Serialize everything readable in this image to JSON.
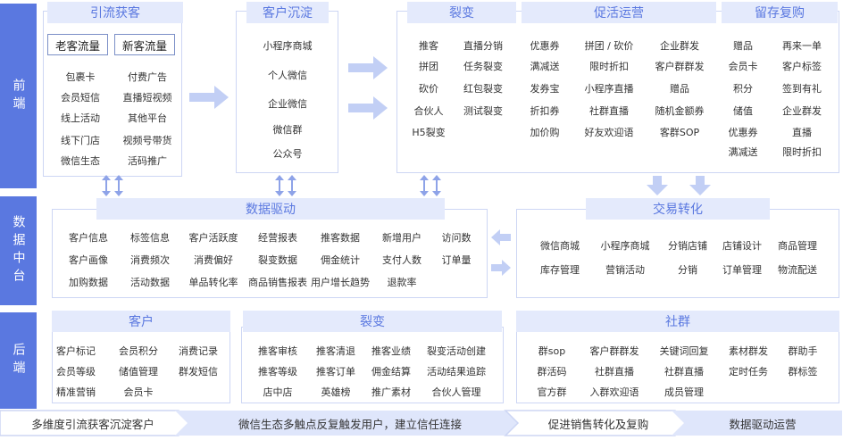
{
  "side_labels": {
    "front": "前端",
    "middle": "数据中台",
    "back": "后端"
  },
  "acquire": {
    "title": "引流获客",
    "tag_old": "老客流量",
    "tag_new": "新客流量",
    "items": [
      "包裹卡",
      "付费广告",
      "会员短信",
      "直播短视频",
      "线上活动",
      "其他平台",
      "线下门店",
      "视频号带货",
      "微信生态",
      "活码推广"
    ]
  },
  "retain": {
    "title": "客户沉淀",
    "items": [
      "小程序商城",
      "个人微信",
      "企业微信",
      "微信群",
      "公众号"
    ]
  },
  "fission_front": {
    "title": "裂变",
    "items": [
      "推客",
      "直播分销",
      "拼团",
      "任务裂变",
      "砍价",
      "红包裂变",
      "合伙人",
      "测试裂变",
      "H5裂变"
    ]
  },
  "activate": {
    "title": "促活运营",
    "items": [
      "优惠券",
      "拼团 / 砍价",
      "企业群发",
      "满减送",
      "限时折扣",
      "客户群群发",
      "发券宝",
      "小程序直播",
      "赠品",
      "折扣券",
      "社群直播",
      "随机金额券",
      "加价购",
      "好友欢迎语",
      "客群SOP"
    ]
  },
  "repurchase": {
    "title": "留存复购",
    "items": [
      "赠品",
      "再来一单",
      "会员卡",
      "客户标签",
      "积分",
      "签到有礼",
      "储值",
      "企业群发",
      "优惠券",
      "直播",
      "满减送",
      "限时折扣"
    ]
  },
  "data_driven": {
    "title": "数据驱动",
    "items": [
      "客户信息",
      "标签信息",
      "客户活跃度",
      "经营报表",
      "推客数据",
      "新增用户",
      "访问数",
      "客户画像",
      "消费频次",
      "消费偏好",
      "裂变数据",
      "佣金统计",
      "支付人数",
      "订单量",
      "加购数据",
      "活动数据",
      "单品转化率",
      "商品销售报表",
      "用户增长趋势",
      "退款率"
    ]
  },
  "trade": {
    "title": "交易转化",
    "items": [
      "微信商城",
      "小程序商城",
      "分销店铺",
      "店铺设计",
      "商品管理",
      "库存管理",
      "营销活动",
      "分销",
      "订单管理",
      "物流配送"
    ]
  },
  "customer": {
    "title": "客户",
    "items": [
      "客户标记",
      "会员积分",
      "消费记录",
      "会员等级",
      "储值管理",
      "群发短信",
      "精准营销",
      "会员卡"
    ]
  },
  "fission_back": {
    "title": "裂变",
    "items": [
      "推客审核",
      "推客清退",
      "推客业绩",
      "裂变活动创建",
      "推客等级",
      "推客订单",
      "佣金结算",
      "活动结果追踪",
      "店中店",
      "英雄榜",
      "推广素材",
      "合伙人管理"
    ]
  },
  "community": {
    "title": "社群",
    "items": [
      "群sop",
      "客户群群发",
      "关键词回复",
      "素材群发",
      "群助手",
      "群活码",
      "社群直播",
      "社群直播",
      "定时任务",
      "群标签",
      "官方群",
      "入群欢迎语",
      "成员管理"
    ]
  },
  "flow": [
    "多维度引流获客沉淀客户",
    "微信生态多触点反复触发用户，建立信任连接",
    "促进销售转化及复购",
    "数据驱动运营"
  ],
  "colors": {
    "accent": "#5a78e0",
    "tab_bg": "#e4eafc",
    "border": "#cdd6f4",
    "arrow": "#c2cff5"
  }
}
